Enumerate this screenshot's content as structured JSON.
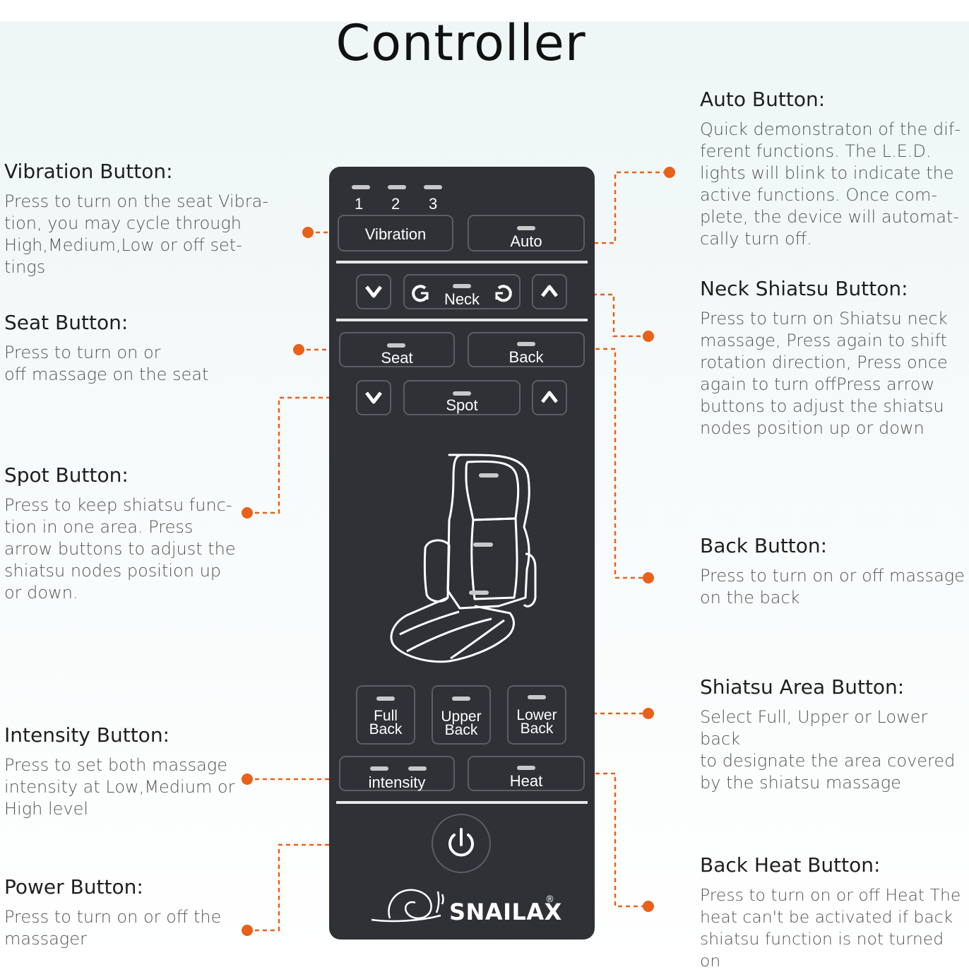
{
  "title": "Controller",
  "notes": {
    "vibration": {
      "heading": "Vibration Button:",
      "body": "Press to turn on the seat Vibra-\ntion, you may cycle through\nHigh,Medium,Low or off set-\ntings"
    },
    "seat": {
      "heading": "Seat Button:",
      "body": "Press to turn on or\noff massage on the seat"
    },
    "spot": {
      "heading": "Spot Button:",
      "body": "Press to keep shiatsu func-\ntion in one area. Press\narrow buttons to adjust the\nshiatsu nodes position up\nor down."
    },
    "intensity": {
      "heading": "Intensity Button:",
      "body": "Press to set both massage\nintensity at Low,Medium or\nHigh level"
    },
    "power": {
      "heading": "Power Button:",
      "body": "Press to turn on or off the\nmassager"
    },
    "auto": {
      "heading": "Auto Button:",
      "body": "Quick demonstraton of the dif-\nferent functions.  The L.E.D.\nlights will blink to indicate the\nactive functions.  Once com-\nplete, the device will automat-\ncally turn off."
    },
    "neck": {
      "heading": "Neck Shiatsu Button:",
      "body": "Press to turn on Shiatsu neck\nmassage, Press again to shift\nrotation direction, Press once\nagain to turn offPress arrow\nbuttons to adjust the shiatsu\nnodes position up or down"
    },
    "back": {
      "heading": "Back Button:",
      "body": "Press to turn on or off massage\non the back"
    },
    "shiatsu_area": {
      "heading": "Shiatsu Area Button:",
      "body": "Select Full, Upper or Lower back\nto designate the area covered\nby the shiatsu massage"
    },
    "back_heat": {
      "heading": "Back Heat Button:",
      "body": "Press to turn on or off Heat The\nheat can't be activated if back\nshiatsu function is not turned on"
    }
  },
  "remote": {
    "levels": [
      "1",
      "2",
      "3"
    ],
    "vibration": "Vibration",
    "auto": "Auto",
    "neck": "Neck",
    "seat": "Seat",
    "back": "Back",
    "spot": "Spot",
    "full_back": [
      "Full",
      "Back"
    ],
    "upper_back": [
      "Upper",
      "Back"
    ],
    "lower_back": [
      "Lower",
      "Back"
    ],
    "intensity": "intensity",
    "heat": "Heat",
    "brand": "SNAILAX",
    "registered": "®"
  },
  "colors": {
    "remote_body": "#2f3136",
    "leader": "#e8611a",
    "button_border": "#5b5e64"
  },
  "icons": [
    "chevron-down-icon",
    "chevron-up-icon",
    "rotate-left-icon",
    "rotate-right-icon",
    "power-icon",
    "seat-illustration",
    "snail-logo-icon"
  ]
}
